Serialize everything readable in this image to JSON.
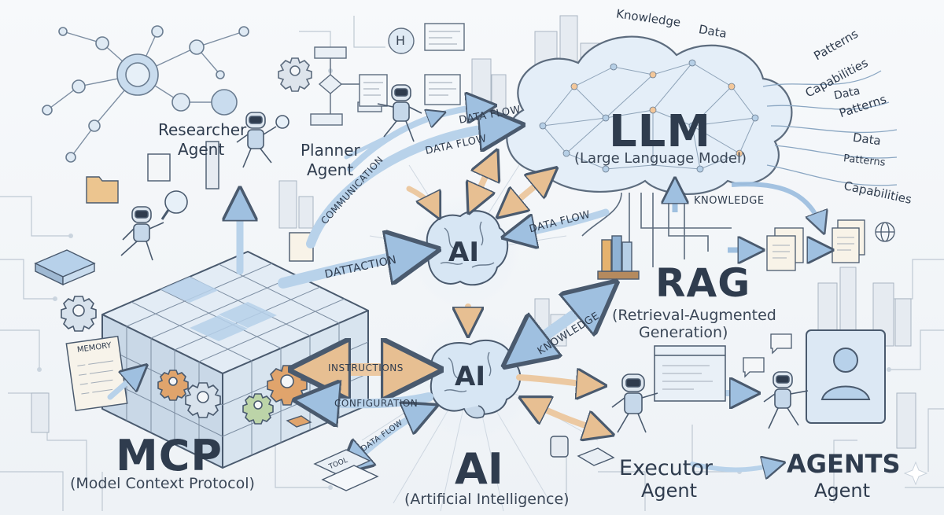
{
  "labels": {
    "llm": {
      "title": "LLM",
      "subtitle": "(Large Language Model)"
    },
    "rag": {
      "title": "RAG",
      "subtitle_line1": "(Retrieval-Augmented",
      "subtitle_line2": "Generation)"
    },
    "mcp": {
      "title": "MCP",
      "subtitle": "(Model Context Protocol)"
    },
    "ai_center": {
      "title": "AI",
      "subtitle": "(Artificial Intelligence)"
    },
    "agents": {
      "title": "AGENTS",
      "subtitle": "Agent"
    },
    "brains": {
      "upper": "AI",
      "lower": "AI"
    },
    "executor_agent": {
      "line1": "Executor",
      "line2": "Agent"
    },
    "researcher_agent": {
      "line1": "Researcher",
      "line2": "Agent"
    },
    "planner_agent": {
      "line1": "Planner",
      "line2": "Agent"
    },
    "memory_label": "MEMORY",
    "tool_label": "TOOL",
    "icon_letter": "H"
  },
  "flow_labels": {
    "data_flow_top": "DATA FLOW",
    "data_flow_mid": "DATA FLOW",
    "data_flow_brain": "DATA FLOW",
    "data_flow_bottom": "DATA FLOW",
    "communication": "COMMUNICATION",
    "dattaction": "DATTACTION",
    "knowledge_vertical": "KNOWLEDGE",
    "knowledge_diagonal": "KNOWLEDGE",
    "instructions": "INSTRUCTIONS",
    "configuration": "CONFIGURATION"
  },
  "cloud_rim": {
    "knowledge": "Knowledge",
    "data_top": "Data",
    "patterns_1": "Patterns",
    "capabilities_1": "Capabilities",
    "data_2": "Data",
    "patterns_2": "Patterns",
    "data_3": "Data",
    "patterns_3": "Patterns",
    "capabilities_2": "Capabilities"
  },
  "colors": {
    "ink": "#2f3c4e",
    "soft_blue": "#c9dcee",
    "arrow_blue": "#b8d2ea",
    "arrow_peach": "#ecc9a2",
    "gear_orange": "#e0a46c",
    "paper": "#f4f6f8"
  }
}
